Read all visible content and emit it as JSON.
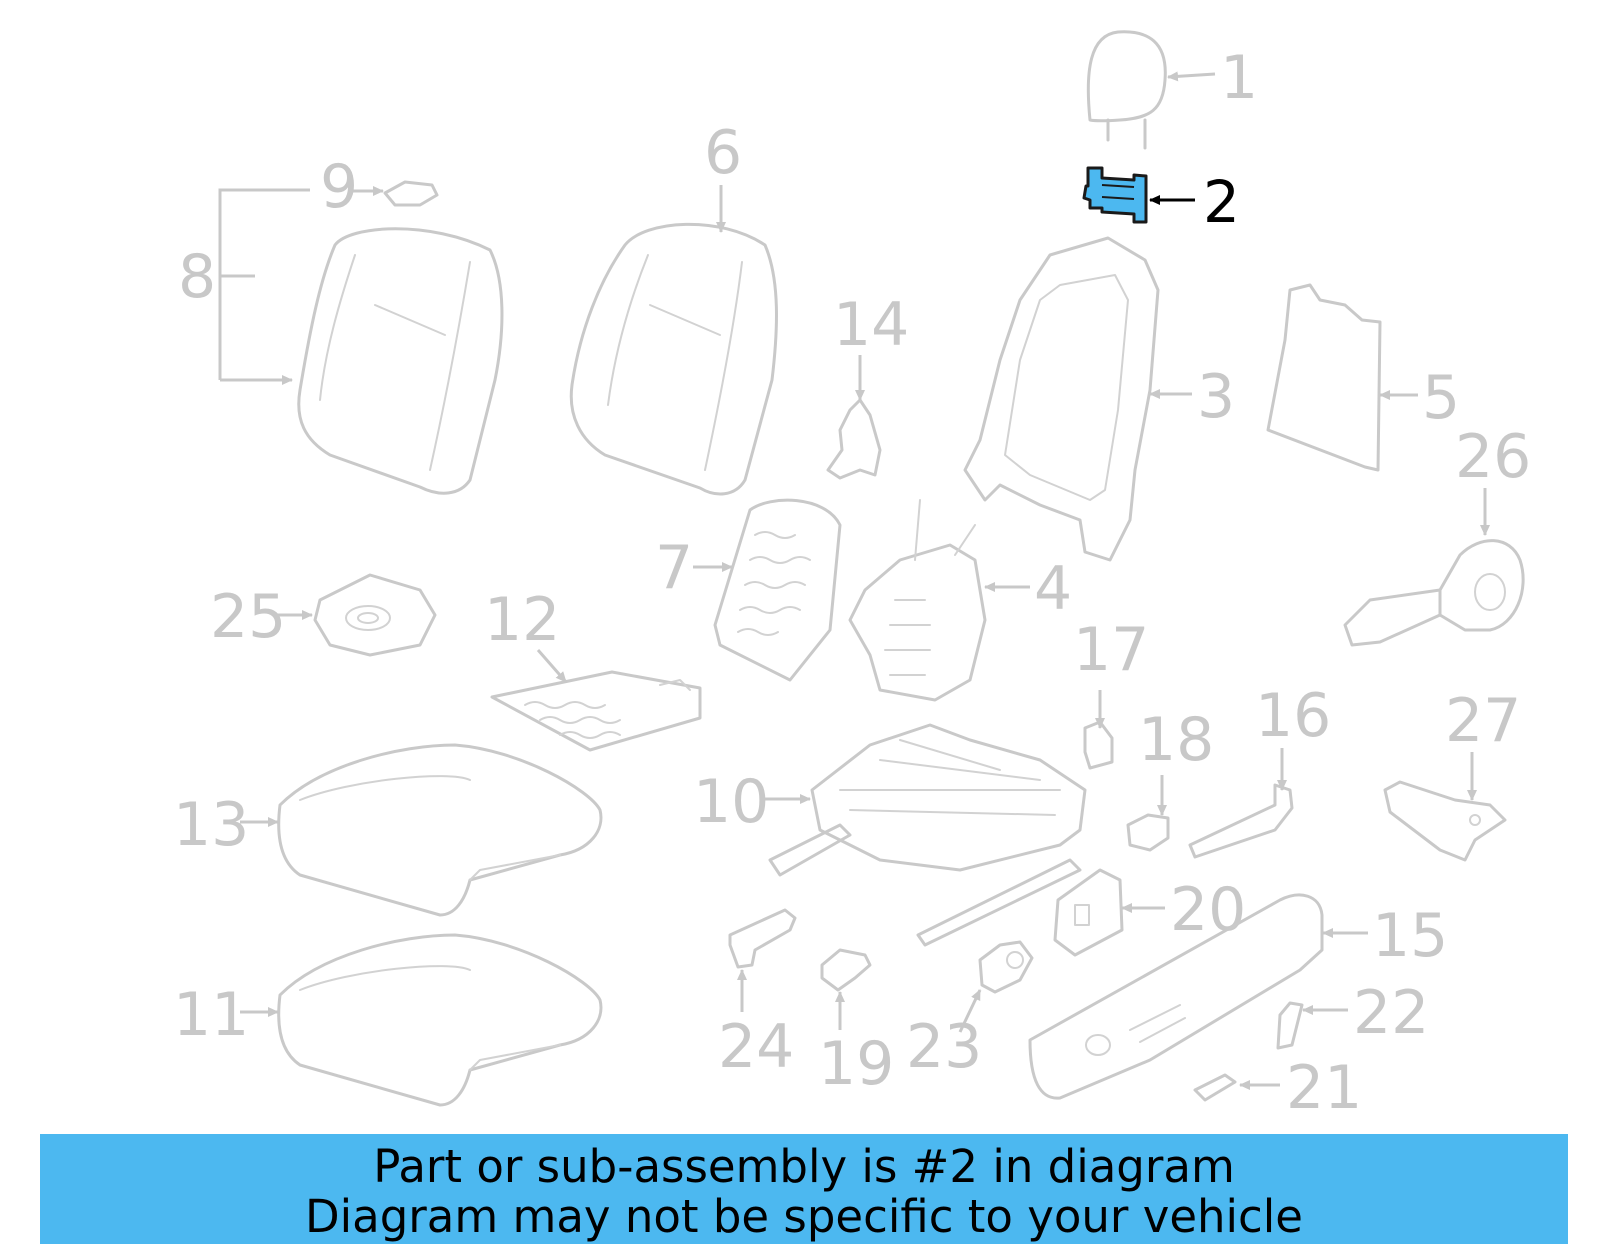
{
  "diagram": {
    "highlight_color": "#4cb8f0",
    "callouts": {
      "c1": "1",
      "c2": "2",
      "c3": "3",
      "c4": "4",
      "c5": "5",
      "c6": "6",
      "c7": "7",
      "c8": "8",
      "c9": "9",
      "c10": "10",
      "c11": "11",
      "c12": "12",
      "c13": "13",
      "c14": "14",
      "c15": "15",
      "c16": "16",
      "c17": "17",
      "c18": "18",
      "c19": "19",
      "c20": "20",
      "c21": "21",
      "c22": "22",
      "c23": "23",
      "c24": "24",
      "c25": "25",
      "c26": "26",
      "c27": "27"
    }
  },
  "banner": {
    "line1": "Part or sub-assembly is #2 in diagram",
    "line2": "Diagram may not be specific to your vehicle"
  }
}
